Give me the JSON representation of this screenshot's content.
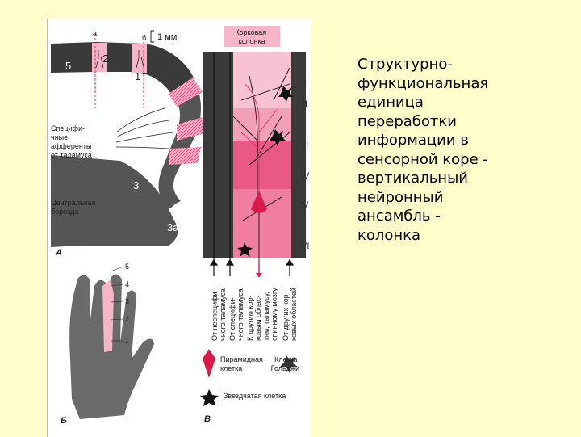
{
  "caption": {
    "lines": [
      "Структурно-",
      "функциональная",
      "единица",
      "переработки",
      "информации в",
      "сенсорной коре -",
      "вертикальный",
      "нейронный",
      "ансамбль -",
      "колонка"
    ]
  },
  "panel_a": {
    "letter": "А",
    "marker_a": "а",
    "marker_b": "б",
    "scale": "1 мм",
    "region_1": "1",
    "region_2": "2",
    "region_3": "3",
    "region_3a": "3а",
    "region_5": "5",
    "afferents": [
      "Специфи-",
      "чные",
      "афференты",
      "от таламуса"
    ],
    "sulcus": [
      "Центральная",
      "борозда"
    ]
  },
  "panel_b": {
    "letter": "Б",
    "numbers": [
      "5",
      "4",
      "3",
      "2",
      "1"
    ]
  },
  "panel_v": {
    "letter": "В",
    "column_title": [
      "Корковая",
      "колонка"
    ],
    "layers": [
      "I",
      "II",
      "III",
      "IV",
      "V",
      "VI"
    ],
    "inputs": [
      [
        "От неспецифи-",
        "чного таламуса"
      ],
      [
        "От специфи-",
        "чного таламуса"
      ],
      [
        "К другим кор-",
        "ковым облас-",
        "тям, таламусу,",
        "спинному мозгу"
      ],
      [
        "От других кор-",
        "ковых областей"
      ]
    ],
    "legend": {
      "pyramidal": [
        "Пирамидная",
        "клетка"
      ],
      "golgi": [
        "Клетка",
        "Гольджи"
      ],
      "stellate": "Звездчатая клетка"
    }
  },
  "colors": {
    "background": "#ffffcc",
    "pink": "#f7b6c8",
    "magenta": "#e2306a",
    "dark": "#2b2b2b",
    "red_cell": "#d81b4a"
  }
}
